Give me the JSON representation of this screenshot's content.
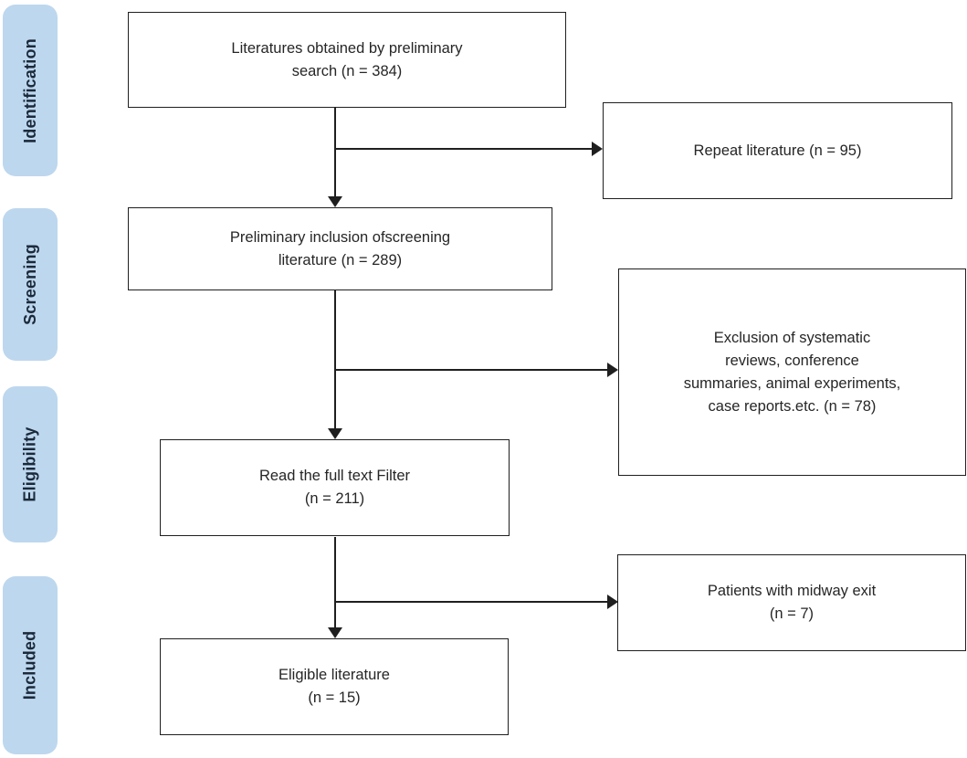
{
  "colors": {
    "stage_fill": "#bdd7ee",
    "stage_text": "#1b2a3a",
    "box_border": "#1f1f1f",
    "box_text": "#262626",
    "line": "#1f1f1f",
    "background": "#ffffff"
  },
  "sidebar": {
    "stages": [
      {
        "label": "Identification"
      },
      {
        "label": "Screening"
      },
      {
        "label": "Eligibility"
      },
      {
        "label": "Included"
      }
    ]
  },
  "flow": {
    "boxes": [
      {
        "name": "preliminary-search",
        "text": "Literatures obtained by preliminary\nsearch (n = 384)",
        "n": 384
      },
      {
        "name": "repeat-literature",
        "text": "Repeat literature (n = 95)",
        "n": 95
      },
      {
        "name": "preliminary-inclusion",
        "text": "Preliminary inclusion ofscreening\nliterature (n = 289)",
        "n": 289
      },
      {
        "name": "exclusion",
        "text": "Exclusion of systematic\nreviews, conference\nsummaries, animal experiments,\ncase reports.etc. (n = 78)",
        "n": 78
      },
      {
        "name": "full-text-filter",
        "text": "Read the full text Filter\n(n = 211)",
        "n": 211
      },
      {
        "name": "midway-exit",
        "text": "Patients with midway exit\n(n = 7)",
        "n": 7
      },
      {
        "name": "eligible-literature",
        "text": "Eligible literature\n(n = 15)",
        "n": 15
      }
    ]
  }
}
